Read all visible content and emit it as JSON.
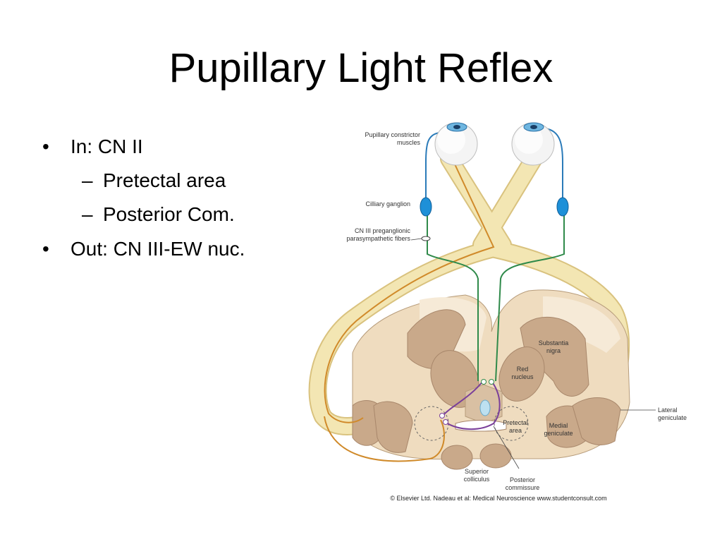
{
  "slide": {
    "title": "Pupillary Light Reflex",
    "bullets": [
      {
        "marker": "•",
        "text": "In: CN II"
      },
      {
        "marker": "–",
        "text": "Pretectal area"
      },
      {
        "marker": "–",
        "text": "Posterior Com."
      },
      {
        "marker": "•",
        "text": "Out: CN III-EW nuc."
      }
    ]
  },
  "figure": {
    "labels": {
      "constrictor_1": "Pupillary constrictor",
      "constrictor_2": "muscles",
      "ciliary": "Cilliary ganglion",
      "cn3_1": "CN III preganglionic",
      "cn3_2": "parasympathetic fibers",
      "substantia_1": "Substantia",
      "substantia_2": "nigra",
      "red_1": "Red",
      "red_2": "nucleus",
      "pretectal_1": "Pretectal",
      "pretectal_2": "area",
      "medial_1": "Medial",
      "medial_2": "geniculate",
      "lateral_1": "Lateral",
      "lateral_2": "geniculate",
      "superior_1": "Superior",
      "superior_2": "colliculus",
      "posterior_1": "Posterior",
      "posterior_2": "commissure"
    },
    "credit": "© Elsevier Ltd. Nadeau et al: Medical Neuroscience www.studentconsult.com",
    "colors": {
      "optic_tract": "#f3e6b3",
      "optic_outline": "#d9c27e",
      "afferent_path": "#d08a2a",
      "efferent_path": "#2f8a4a",
      "pretectal_path": "#7a3f9a",
      "ciliary_nerve": "#2b7bb9",
      "ganglion": "#1e90d8",
      "brainstem": "#efdcbf",
      "nucleus": "#c9a98a"
    }
  }
}
